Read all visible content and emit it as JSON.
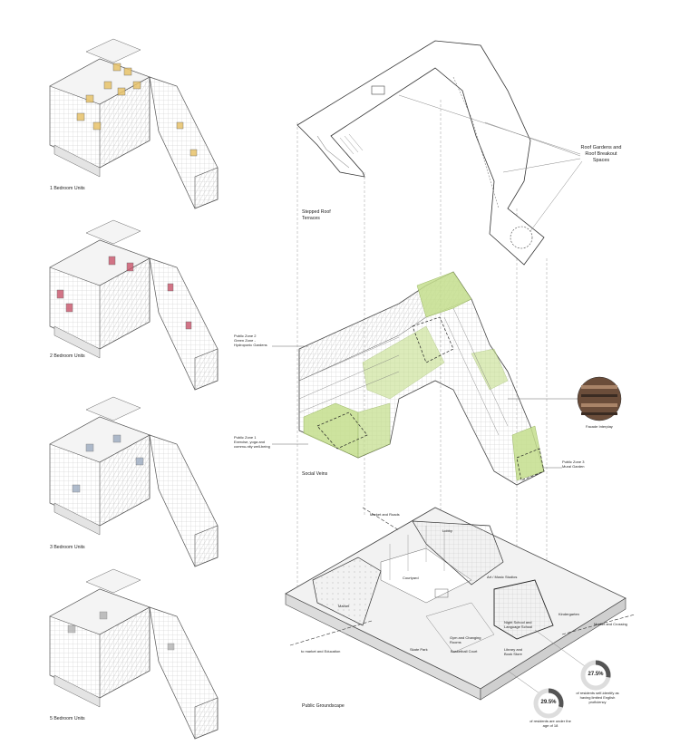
{
  "unit_panels": [
    {
      "caption": "1 Bedroom Units",
      "accent": "#e8c36a"
    },
    {
      "caption": "2 Bedroom Units",
      "accent": "#c9536a"
    },
    {
      "caption": "3 Bedroom Units",
      "accent": "#8fa0b8"
    },
    {
      "caption": "5 Bedroom Units",
      "accent": "#9a9a9a"
    }
  ],
  "roof": {
    "terraces_label": "Stepped Roof Terraces",
    "gardens_label": "Roof Gardens and Roof Breakout Spaces"
  },
  "middle": {
    "zone2_title": "Public Zone 2",
    "zone2_desc": "Green Zone - Hydroponic Gardens",
    "zone1_title": "Public Zone 1",
    "zone1_desc": "Exercise, yoga and commu-nity well-being",
    "zone3_title": "Public Zone 3",
    "zone3_desc": "Mural Garden",
    "facade_label": "Facade Interplay",
    "social_veins_label": "Social Veins",
    "green_color": "#c5df8e"
  },
  "ground": {
    "title": "Public Groundscape",
    "labels": {
      "market_road": "Market and Roads",
      "lobby": "Lobby",
      "courtyard": "Courtyard",
      "art_studios": "Art / Music Studios",
      "market": "Market",
      "night_school": "Night School and Language School",
      "kindergarten": "Kindergarten",
      "gym": "Gym and Changing Rooms",
      "basketball": "Basketball Court",
      "library": "Library and Book Store",
      "skate": "Skate Park",
      "to_market": "to market and Education",
      "to_transport": "Market and Crossing"
    }
  },
  "stats": [
    {
      "value": "27.5%",
      "fraction": 0.275,
      "desc": "of residents self-identify as having limited English proficiency"
    },
    {
      "value": "29.5%",
      "fraction": 0.295,
      "desc": "of residents are under the age of 18"
    }
  ]
}
